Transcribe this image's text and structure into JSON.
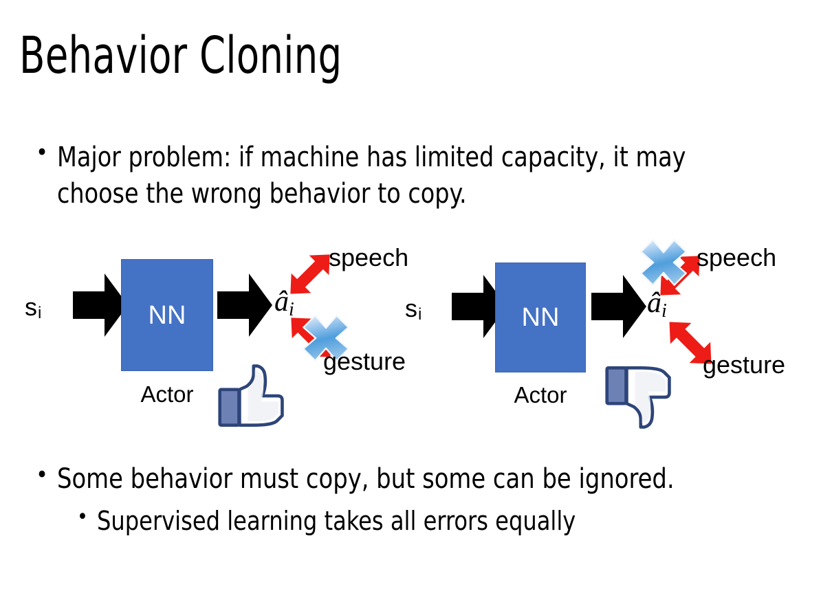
{
  "slide": {
    "title": "Behavior Cloning",
    "background_color": "#FFFFFF"
  },
  "bullets": {
    "top": {
      "marker": "•",
      "text": "Major problem: if machine has limited capacity, it may choose the wrong behavior to copy."
    },
    "bottom_main": {
      "marker": "•",
      "text": "Some behavior must copy, but some can be ignored."
    },
    "bottom_sub": {
      "marker": "•",
      "text": "Supervised learning takes all errors equally"
    }
  },
  "diagrams": [
    {
      "id": "left",
      "state_label": "s",
      "state_subscript": "i",
      "box_label": "NN",
      "box_caption": "Actor",
      "box_color": "#4472C4",
      "box_text_color": "#FFFFFF",
      "output_label": "â",
      "output_subscript": "i",
      "branches": [
        {
          "name": "speech",
          "label": "speech",
          "crossed_out": false
        },
        {
          "name": "gesture",
          "label": "gesture",
          "crossed_out": true
        }
      ],
      "verdict_icon": "thumbs-up-icon",
      "arrow_color": "#ED1C16",
      "cross_icon": "blue-x-icon"
    },
    {
      "id": "right",
      "state_label": "s",
      "state_subscript": "i",
      "box_label": "NN",
      "box_caption": "Actor",
      "box_color": "#4472C4",
      "box_text_color": "#FFFFFF",
      "output_label": "â",
      "output_subscript": "i",
      "branches": [
        {
          "name": "speech",
          "label": "speech",
          "crossed_out": true
        },
        {
          "name": "gesture",
          "label": "gesture",
          "crossed_out": false
        }
      ],
      "verdict_icon": "thumbs-down-icon",
      "arrow_color": "#ED1C16",
      "cross_icon": "blue-x-icon"
    }
  ],
  "colors": {
    "box_blue": "#4472C4",
    "arrow_red": "#ED1C16",
    "cross_blue_light": "#CFE2F7",
    "cross_blue_dark": "#2E7FD0",
    "thumb_navy": "#3B5998",
    "black": "#000000"
  }
}
